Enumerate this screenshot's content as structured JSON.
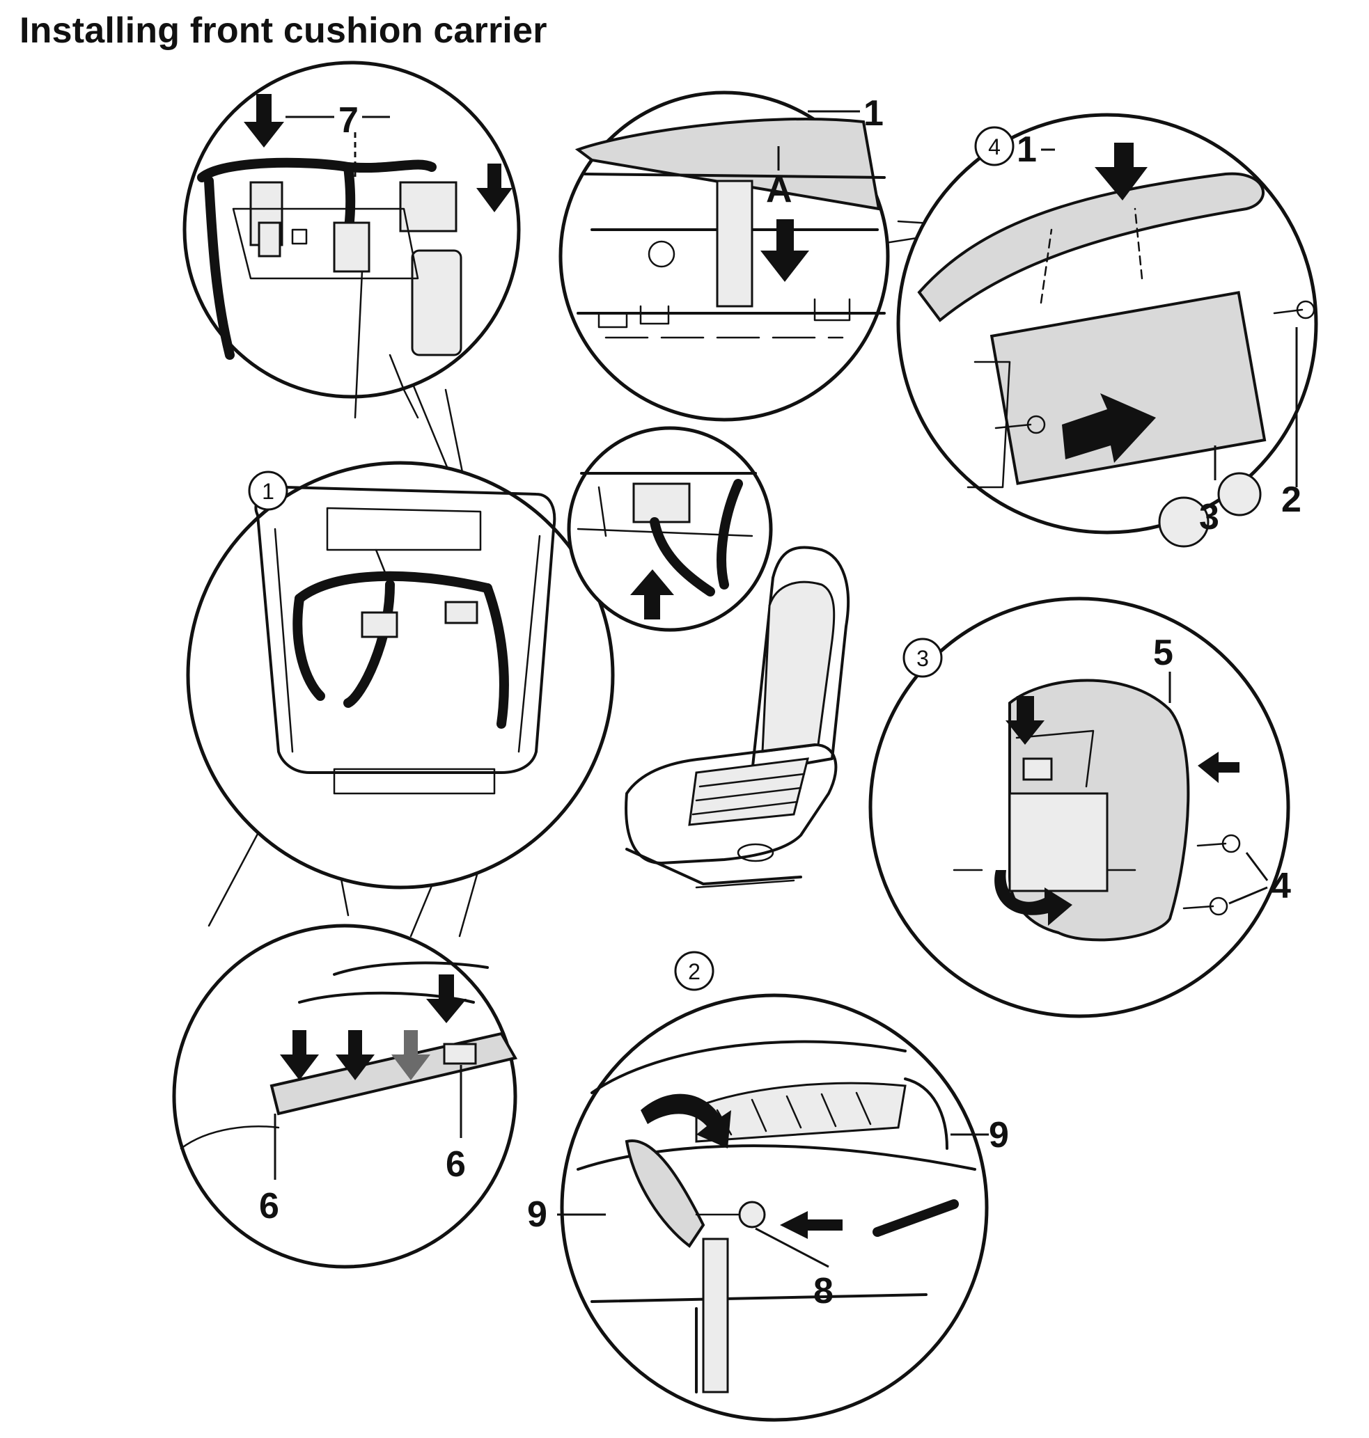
{
  "title": "Installing front cushion carrier",
  "steps": [
    "1",
    "2",
    "3",
    "4"
  ],
  "callouts": {
    "c1_top": "1",
    "c1_right": "1",
    "c2": "2",
    "c3": "3",
    "c4": "4",
    "c5": "5",
    "c6_a": "6",
    "c6_b": "6",
    "c7": "7",
    "c8": "8",
    "c9_a": "9",
    "c9_b": "9",
    "cA": "A"
  }
}
